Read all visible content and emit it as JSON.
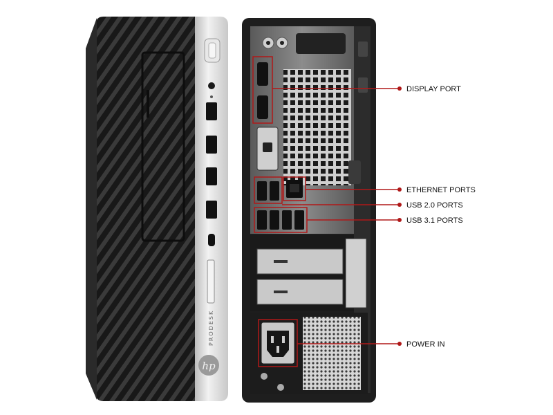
{
  "product": {
    "brand_mark": "hp",
    "series_text": "PRODESK"
  },
  "callouts": [
    {
      "id": "display-port",
      "label": "DISPLAY PORT"
    },
    {
      "id": "ethernet-ports",
      "label": "ETHERNET PORTS"
    },
    {
      "id": "usb20-ports",
      "label": "USB 2.0 PORTS"
    },
    {
      "id": "usb31-ports",
      "label": "USB 3.1 PORTS"
    },
    {
      "id": "power-in",
      "label": "POWER IN"
    }
  ],
  "colors": {
    "callout": "#b01818",
    "chassis_black": "#1a1a1a",
    "chassis_silver": "#d9d9d9",
    "metal_gray": "#7a7a7a"
  }
}
